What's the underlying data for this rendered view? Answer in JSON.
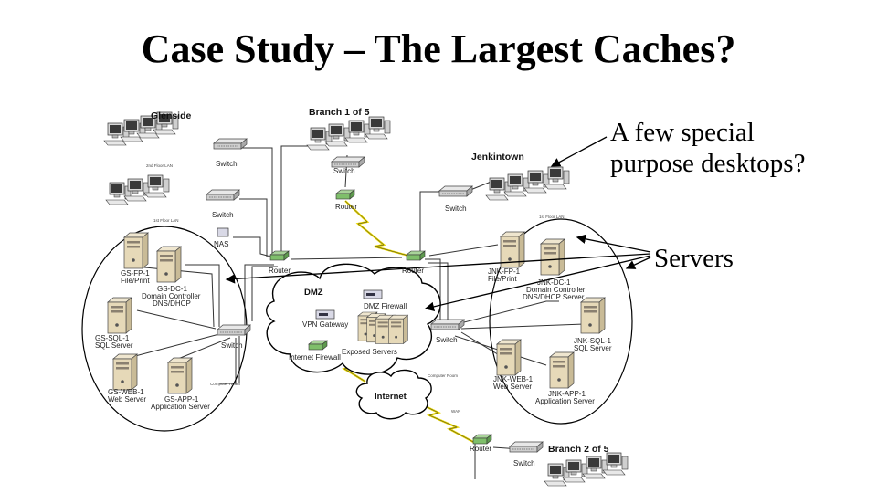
{
  "title": "Case Study – The Largest Caches?",
  "callouts": {
    "desktops": [
      "A few special",
      "purpose desktops?"
    ],
    "servers": "Servers"
  },
  "sites": {
    "glenside": "Glenside",
    "branch1": "Branch 1 of 5",
    "jenkintown": "Jenkintown",
    "branch2": "Branch 2 of 5"
  },
  "floor_labels": {
    "glenside_2": "2nd Floor LAN",
    "glenside_1": "1st Floor LAN",
    "jenkintown_1": "1st Floor LAN",
    "computer_room_gs": "Computer Room",
    "computer_room_jnk": "Computer Room",
    "wan": "WAN"
  },
  "devices": {
    "switch": "Switch",
    "router": "Router",
    "nas": "NAS",
    "dmz": "DMZ",
    "dmz_firewall": "DMZ Firewall",
    "vpn_gateway": "VPN Gateway",
    "internet_firewall": "Internet Firewall",
    "exposed_servers": "Exposed Servers",
    "internet": "Internet"
  },
  "servers": {
    "gs_fp": [
      "GS-FP-1",
      "File/Print"
    ],
    "gs_dc": [
      "GS-DC-1",
      "Domain Controller",
      "DNS/DHCP"
    ],
    "gs_sql": [
      "GS-SQL-1",
      "SQL Server"
    ],
    "gs_web": [
      "GS-WEB-1",
      "Web Server"
    ],
    "gs_app": [
      "GS-APP-1",
      "Application Server"
    ],
    "jnk_fp": [
      "JNK-FP-1",
      "File/Print"
    ],
    "jnk_dc": [
      "JNK-DC-1",
      "Domain Controller",
      "DNS/DHCP Server"
    ],
    "jnk_sql": [
      "JNK-SQL-1",
      "SQL Server"
    ],
    "jnk_web": [
      "JNK-WEB-1",
      "Web Server"
    ],
    "jnk_app": [
      "JNK-APP-1",
      "Application Server"
    ]
  }
}
